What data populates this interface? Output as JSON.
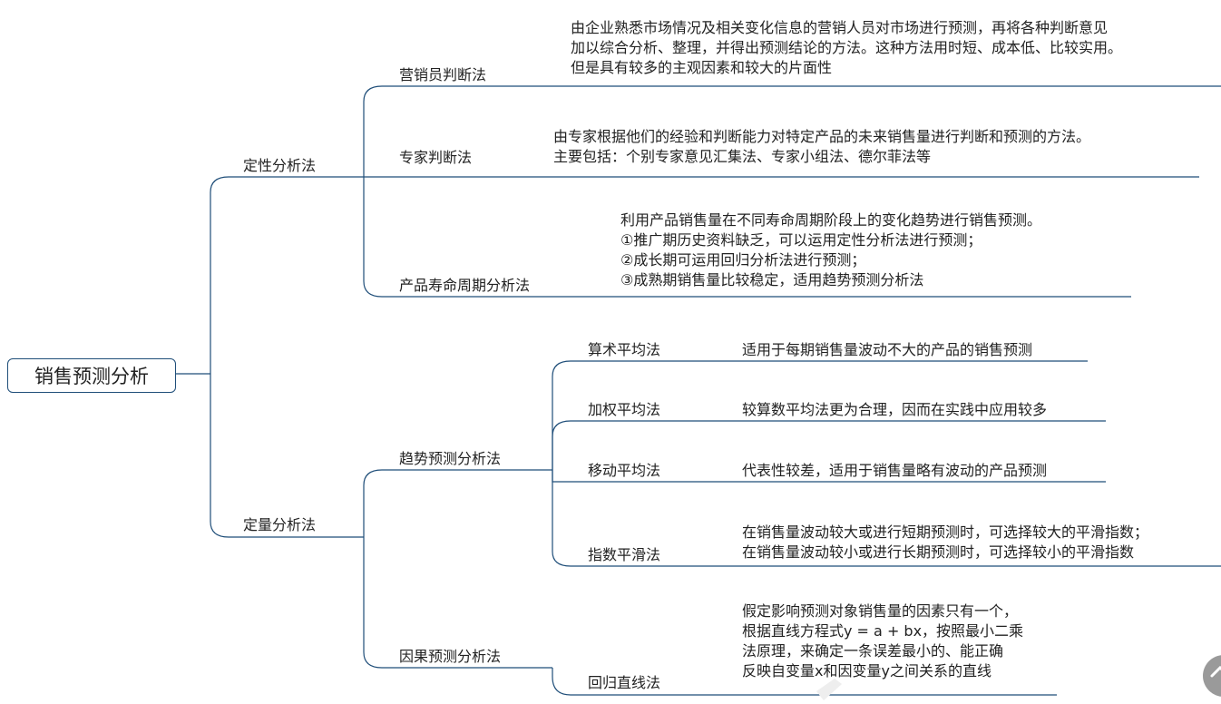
{
  "root": {
    "label": "销售预测分析"
  },
  "branches": {
    "qualitative": {
      "label": "定性分析法",
      "children": [
        {
          "label": "营销员判断法",
          "desc": [
            "由企业熟悉市场情况及相关变化信息的营销人员对市场进行预测，再将各种判断意见",
            "加以综合分析、整理，并得出预测结论的方法。这种方法用时短、成本低、比较实用。",
            "但是具有较多的主观因素和较大的片面性"
          ]
        },
        {
          "label": "专家判断法",
          "desc": [
            "由专家根据他们的经验和判断能力对特定产品的未来销售量进行判断和预测的方法。",
            "主要包括：个别专家意见汇集法、专家小组法、德尔菲法等"
          ]
        },
        {
          "label": "产品寿命周期分析法",
          "desc": [
            "利用产品销售量在不同寿命周期阶段上的变化趋势进行销售预测。",
            "①推广期历史资料缺乏，可以运用定性分析法进行预测；",
            "②成长期可运用回归分析法进行预测；",
            "③成熟期销售量比较稳定，适用趋势预测分析法"
          ]
        }
      ]
    },
    "quantitative": {
      "label": "定量分析法",
      "trend": {
        "label": "趋势预测分析法",
        "children": [
          {
            "label": "算术平均法",
            "desc": [
              "适用于每期销售量波动不大的产品的销售预测"
            ]
          },
          {
            "label": "加权平均法",
            "desc": [
              "较算数平均法更为合理，因而在实践中应用较多"
            ]
          },
          {
            "label": "移动平均法",
            "desc": [
              "代表性较差，适用于销售量略有波动的产品预测"
            ]
          },
          {
            "label": "指数平滑法",
            "desc": [
              "在销售量波动较大或进行短期预测时，可选择较大的平滑指数；",
              "在销售量波动较小或进行长期预测时，可选择较小的平滑指数"
            ]
          }
        ]
      },
      "causal": {
        "label": "因果预测分析法",
        "children": [
          {
            "label": "回归直线法",
            "desc": [
              "假定影响预测对象销售量的因素只有一个，",
              "根据直线方程式y = a + bx，按照最小二乘",
              "法原理，来确定一条误差最小的、能正确",
              "反映自变量x和因变量y之间关系的直线"
            ]
          }
        ]
      }
    }
  },
  "colors": {
    "line": "#1f4e79",
    "text": "#222222",
    "scroll_button": "#9a9a9a"
  },
  "icons": {
    "scroll_button": "chevron-up-icon"
  }
}
